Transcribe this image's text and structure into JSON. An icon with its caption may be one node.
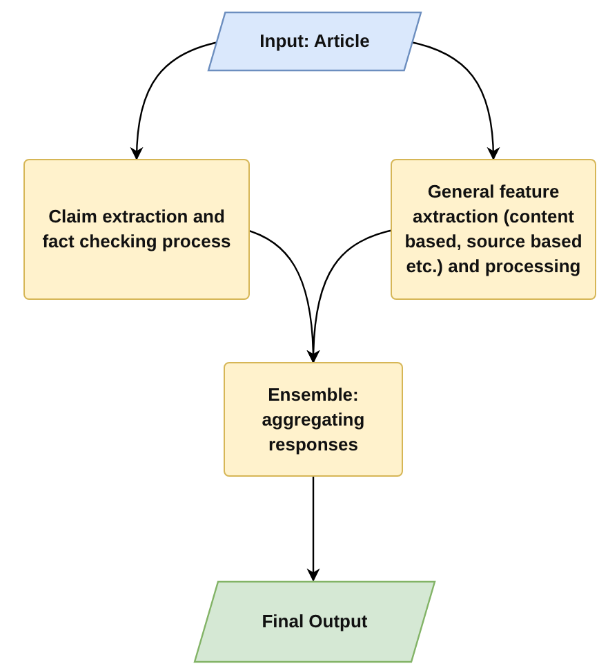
{
  "diagram": {
    "nodes": [
      {
        "text": [
          "Input: Article"
        ]
      },
      {
        "text": [
          "Claim extraction and fact checking process"
        ]
      },
      {
        "text": [
          "General feature axtraction (content based, source based etc.) and processing"
        ]
      },
      {
        "text": [
          "Ensemble: aggregating responses"
        ]
      },
      {
        "text": [
          "Final Output"
        ]
      }
    ],
    "edges": [
      {
        "from": 0,
        "to": 1,
        "arrow": "to"
      },
      {
        "from": 0,
        "to": 2,
        "arrow": "to"
      },
      {
        "from": 1,
        "to": 3,
        "arrow": "to"
      },
      {
        "from": 2,
        "to": 3,
        "arrow": "to"
      },
      {
        "from": 3,
        "to": 4,
        "arrow": "to"
      }
    ]
  }
}
